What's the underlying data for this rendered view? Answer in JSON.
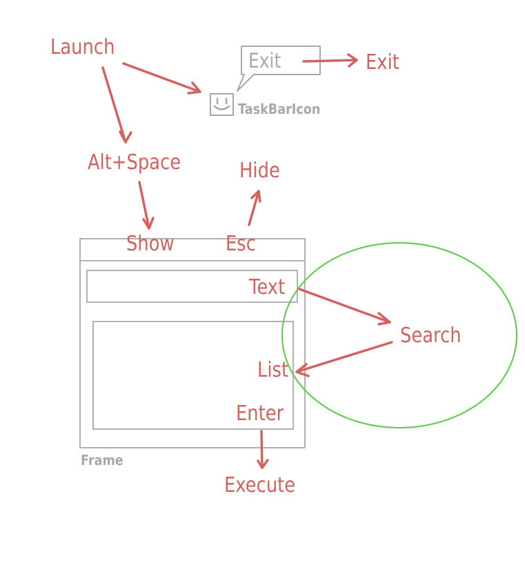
{
  "colors": {
    "accent": "#d4615f",
    "frame": "#a8a8a8",
    "highlight": "#66cc55"
  },
  "icons": {
    "taskbar": "smiley-icon"
  },
  "labels": {
    "launch": "Launch",
    "exit_bubble": "Exit",
    "exit_action": "Exit",
    "taskbar_icon": "TaskBarIcon",
    "alt_space": "Alt+Space",
    "hide": "Hide",
    "show": "Show",
    "esc": "Esc",
    "text": "Text",
    "search": "Search",
    "list": "List",
    "enter": "Enter",
    "execute": "Execute",
    "frame": "Frame"
  }
}
